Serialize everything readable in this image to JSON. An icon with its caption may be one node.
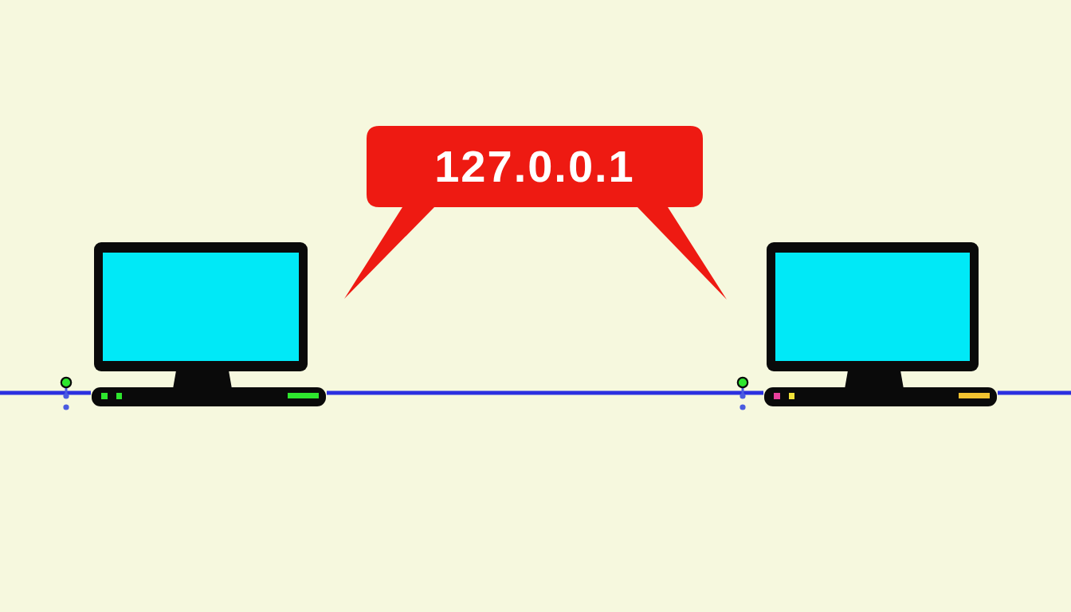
{
  "diagram": {
    "nodes": [
      {
        "text": [
          "127.0.0.1"
        ]
      },
      {
        "text": [],
        "shape": "picture"
      },
      {
        "text": [],
        "shape": "picture"
      }
    ],
    "edges": [
      {
        "from": null,
        "to": 1,
        "arrow": "none"
      },
      {
        "from": 1,
        "to": 2,
        "arrow": "none"
      },
      {
        "from": 2,
        "to": null,
        "arrow": "none"
      }
    ]
  }
}
